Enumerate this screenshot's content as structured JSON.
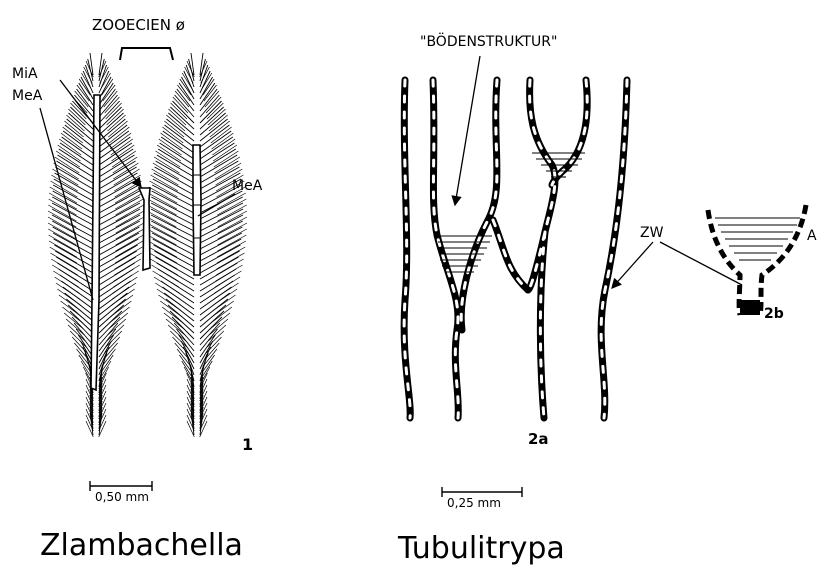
{
  "figure1": {
    "top_label": "ZOOECIEN ø",
    "label_mia": "MiA",
    "label_mea_left": "MeA",
    "label_mea_right": "MeA",
    "panel_number": "1",
    "scale_bar": "0,50 mm",
    "genus": "Zlambachella"
  },
  "figure2": {
    "label_boeden": "\"BÖDENSTRUKTUR\"",
    "label_zw": "ZW",
    "label_a": "A",
    "panel_2a": "2a",
    "panel_2b": "2b",
    "scale_bar": "0,25 mm",
    "genus": "Tubulitrypa"
  }
}
